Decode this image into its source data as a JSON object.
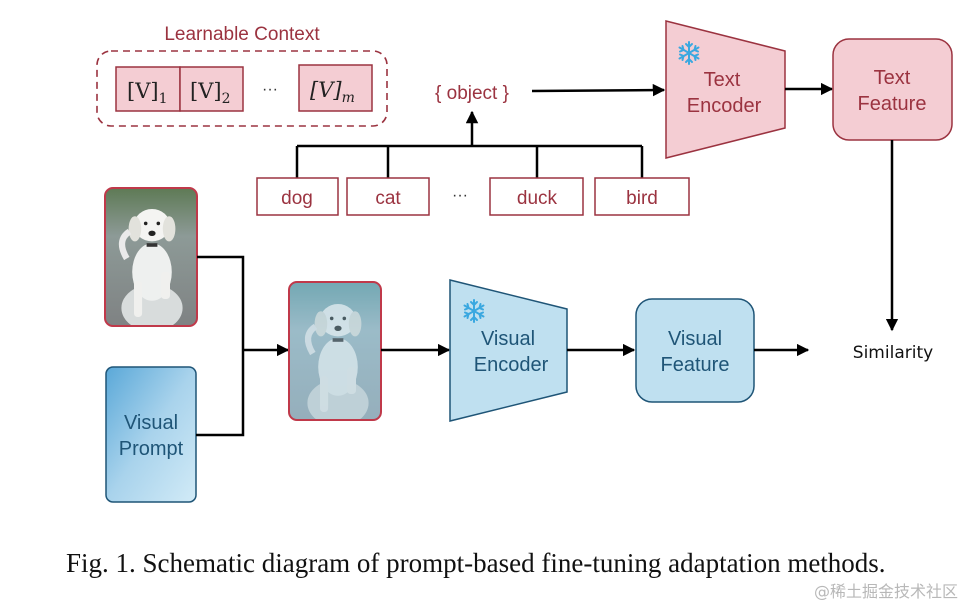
{
  "learnable_context": {
    "title": "Learnable Context",
    "tokens": [
      {
        "base": "[V]",
        "sub": "1"
      },
      {
        "base": "[V]",
        "sub": "2"
      },
      {
        "base": "[V]",
        "sub": "m"
      }
    ],
    "ellipsis": "···"
  },
  "object_placeholder": "{ object }",
  "classes": [
    "dog",
    "cat",
    "duck",
    "bird"
  ],
  "classes_ellipsis": "···",
  "text_encoder": {
    "line1": "Text",
    "line2": "Encoder",
    "frozen_icon": "snowflake-icon"
  },
  "text_feature": {
    "line1": "Text",
    "line2": "Feature"
  },
  "visual_prompt": {
    "line1": "Visual",
    "line2": "Prompt"
  },
  "visual_encoder": {
    "line1": "Visual",
    "line2": "Encoder",
    "frozen_icon": "snowflake-icon"
  },
  "visual_feature": {
    "line1": "Visual",
    "line2": "Feature"
  },
  "similarity": "Similarity",
  "images": {
    "original": "puppy-on-ball-photo",
    "prompted": "puppy-on-ball-photo-with-visual-prompt"
  },
  "colors": {
    "text_branch": "#9b3340",
    "text_fill": "#f4cdd3",
    "visual_branch": "#1f5577",
    "visual_fill": "#bfe0f0",
    "frozen_icon": "#3aa8e0"
  },
  "caption": "Fig. 1.  Schematic diagram of prompt-based fine-tuning adaptation methods.",
  "watermark": "@稀土掘金技术社区"
}
